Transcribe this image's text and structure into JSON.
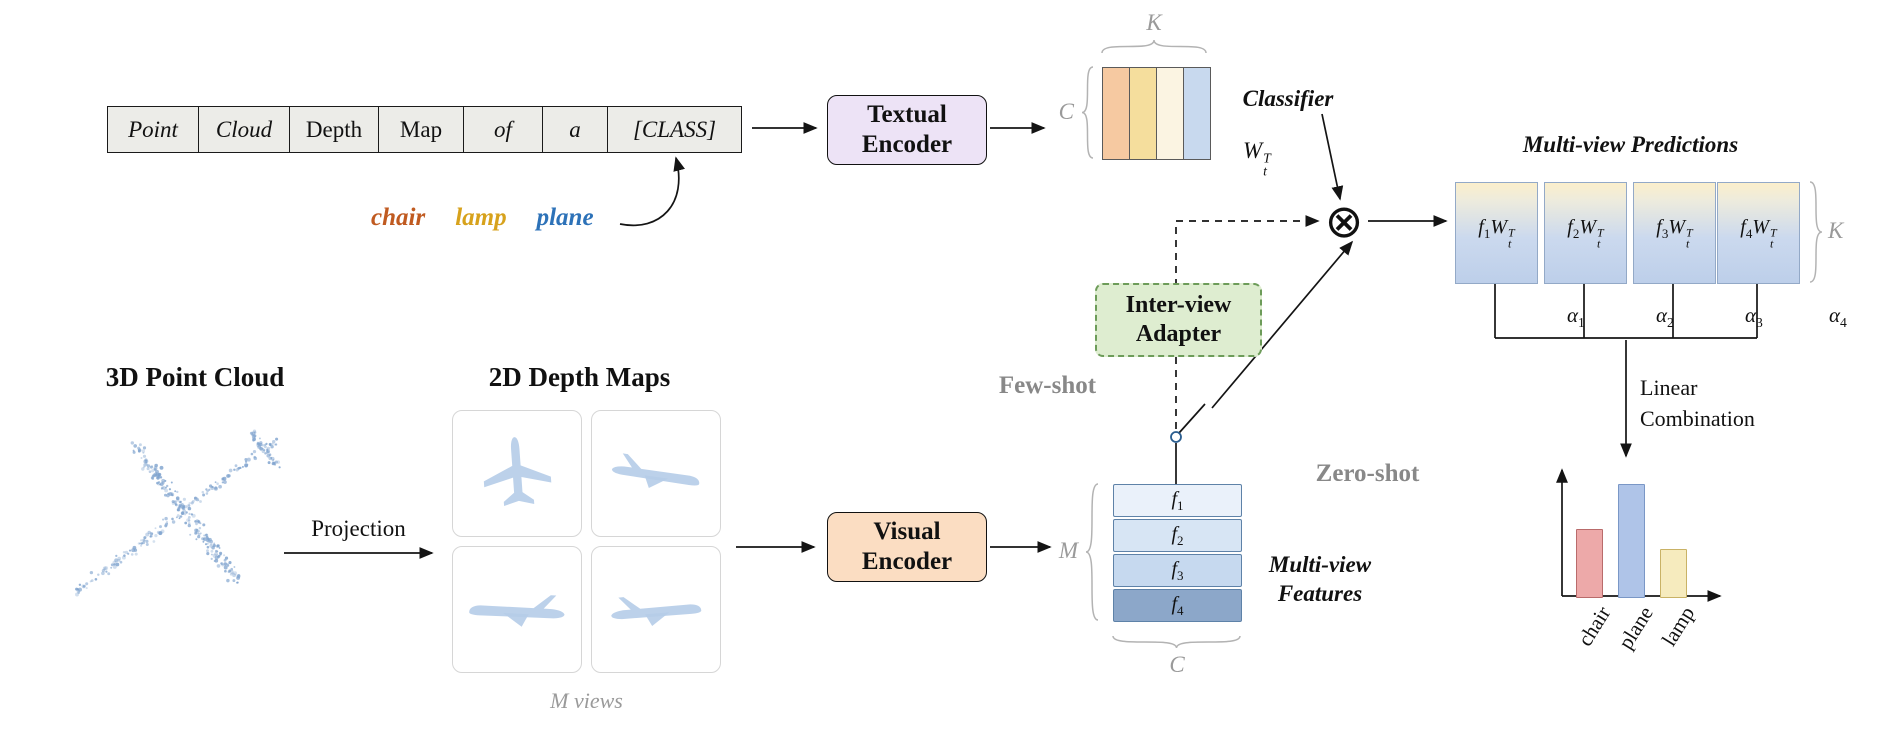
{
  "figure": {
    "operator": "⊗"
  },
  "prompt_table": {
    "cells": [
      "Point",
      "Cloud",
      "Depth",
      "Map",
      "of",
      "a",
      "[CLASS]"
    ]
  },
  "class_words": [
    {
      "text": "chair",
      "color": "#C05A20"
    },
    {
      "text": "lamp",
      "color": "#D7A21C"
    },
    {
      "text": "plane",
      "color": "#2D72B8"
    }
  ],
  "textual_encoder": {
    "line1": "Textual",
    "line2": "Encoder",
    "bg": "#EDE3F6"
  },
  "visual_encoder": {
    "line1": "Visual",
    "line2": "Encoder",
    "bg": "#FBDDC2"
  },
  "adapter": {
    "line1": "Inter-view",
    "line2": "Adapter",
    "bg": "#DEEDD0",
    "border": "#6D9C59"
  },
  "classifier": {
    "label": "Classifier",
    "w": "W",
    "w_sub": "t",
    "w_sup": "T",
    "k": "K",
    "c": "C",
    "bar_colors": [
      "#F6C9A1",
      "#F5DE9D",
      "#FBF4E2",
      "#C8D9EE"
    ]
  },
  "modes": {
    "few_shot": "Few-shot",
    "zero_shot": "Zero-shot"
  },
  "left_panel": {
    "point_cloud_title": "3D Point Cloud",
    "depth_maps_title": "2D Depth Maps",
    "projection": "Projection",
    "views_caption": "M views"
  },
  "features": {
    "m": "M",
    "c": "C",
    "rows": [
      {
        "f": "f",
        "sub": "1"
      },
      {
        "f": "f",
        "sub": "2"
      },
      {
        "f": "f",
        "sub": "3"
      },
      {
        "f": "f",
        "sub": "4"
      }
    ],
    "row_colors": [
      "#EAF1FA",
      "#D7E5F4",
      "#C6D9EF",
      "#8CA7C9"
    ],
    "caption1": "Multi-view",
    "caption2": "Features"
  },
  "predictions": {
    "title": "Multi-view Predictions",
    "k": "K",
    "w": "W",
    "w_sub": "t",
    "w_sup": "T",
    "boxes": [
      {
        "f": "f",
        "sub": "1"
      },
      {
        "f": "f",
        "sub": "2"
      },
      {
        "f": "f",
        "sub": "3"
      },
      {
        "f": "f",
        "sub": "4"
      }
    ],
    "alphas": [
      {
        "sym": "α",
        "sub": "1"
      },
      {
        "sym": "α",
        "sub": "2"
      },
      {
        "sym": "α",
        "sub": "3"
      },
      {
        "sym": "α",
        "sub": "4"
      }
    ],
    "linear1": "Linear",
    "linear2": "Combination"
  },
  "chart_data": {
    "type": "bar",
    "categories": [
      "chair",
      "plane",
      "lamp"
    ],
    "values": [
      0.6,
      1.0,
      0.42
    ],
    "title": "",
    "xlabel": "",
    "ylabel": "",
    "ylim": [
      0,
      1.15
    ],
    "colors": [
      "#EDA9A9",
      "#AFC4E8",
      "#F6EBBE"
    ],
    "legend": false,
    "note": "Unlabeled axes; values are relative classification-score bar heights."
  }
}
